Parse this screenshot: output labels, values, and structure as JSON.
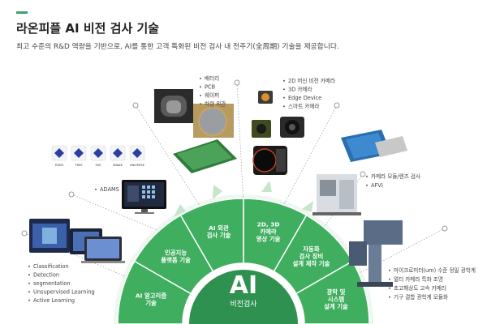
{
  "header": {
    "title": "라온피플 AI 비전 검사 기술",
    "subtitle": "최고 수준의 R&D 역량을 기반으로, AI를 통한 고객 특화된 비전 검사 내 전주기(全周期) 기술을 제공합니다."
  },
  "center": {
    "big": "AI",
    "sub": "비전검사"
  },
  "segments": [
    {
      "lines": [
        "AI 알고리즘",
        "기술"
      ]
    },
    {
      "lines": [
        "인공지능",
        "플랫폼 기술"
      ]
    },
    {
      "lines": [
        "AI 외관",
        "검사 기술"
      ]
    },
    {
      "lines": [
        "2D, 3D",
        "카메라",
        "영상 기술"
      ]
    },
    {
      "lines": [
        "자동화",
        "검사 장비",
        "설계 제작 기술"
      ]
    },
    {
      "lines": [
        "광학 및",
        "시스템",
        "설계 기술"
      ]
    }
  ],
  "lists": {
    "algorithms": [
      "Classification",
      "Detection",
      "segmentation",
      "Unsupervised Learning",
      "Active Learning"
    ],
    "platform": [
      "ADAMS"
    ],
    "appearance": [
      "배터리",
      "PCB",
      "웨이퍼",
      "차량 외관"
    ],
    "camera": [
      "2D 머신 비전 카메라",
      "3D 카메라",
      "Edge Device",
      "스마트 카메라"
    ],
    "equipment": [
      "카메라 모듈/렌즈 검사",
      "AFVI"
    ],
    "optics": [
      "마이크로미터(um) 수준 정밀 광학계",
      "멀티 카메라 특화 조명",
      "초고해상도 고속 카메라",
      "기구 결합 광학계 모듈화"
    ]
  },
  "platform_tiles": [
    "EDEN",
    "TREE",
    "SVE",
    "SNAKE",
    "UNIVERSE"
  ],
  "colors": {
    "accent": "#3aa567",
    "dark_green": "#2e9150",
    "mid_green": "#3fae5f",
    "light_green": "#e3f2e6",
    "arrow": "#c6e6cc"
  }
}
